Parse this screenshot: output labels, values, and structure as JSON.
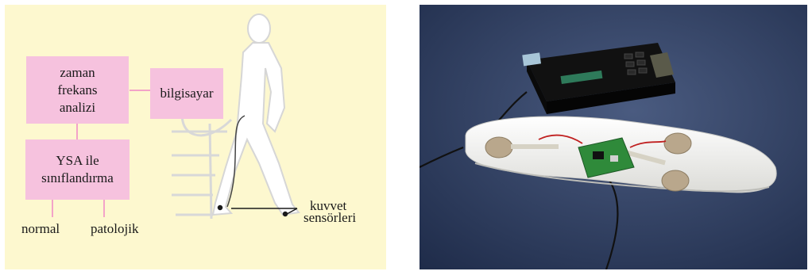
{
  "diagram": {
    "box_analysis": [
      "zaman",
      "frekans",
      "analizi"
    ],
    "box_computer": "bilgisayar",
    "box_classification": [
      "YSA ile",
      "sınıflandırma"
    ],
    "output_normal": "normal",
    "output_pathologic": "patolojik",
    "sensor_label": [
      "kuvvet",
      "sensörleri"
    ]
  },
  "photo": {
    "description_icons": [
      "data-logger-icon",
      "insole-icon",
      "force-sensor-icon",
      "circuit-board-icon",
      "cable-icon"
    ]
  },
  "colors": {
    "diagram_background": "#fdf8cf",
    "box_fill": "#f6c2de",
    "photo_background": "#2d3e63",
    "insole": "#f2f2f0",
    "sensor_disc": "#b9a78c",
    "pcb": "#2f8a3a"
  }
}
